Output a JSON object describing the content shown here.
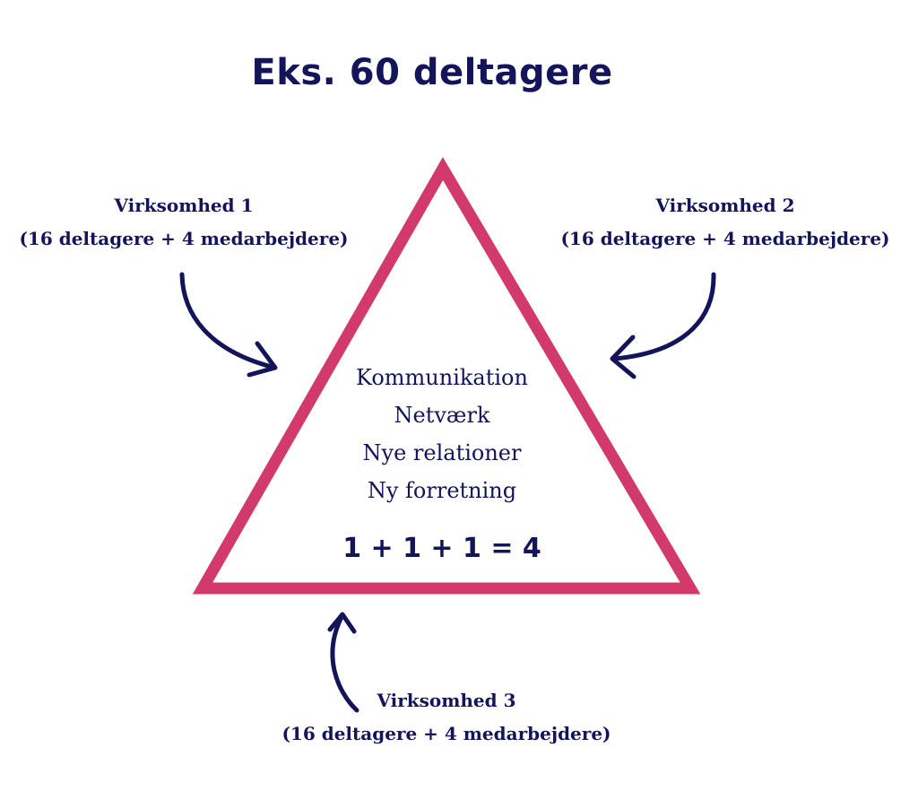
{
  "title": "Eks. 60 deltagere",
  "colors": {
    "triangle": "#d13a6a",
    "text": "#14145a",
    "arrow": "#14145a"
  },
  "companies": [
    {
      "name": "Virksomhed 1",
      "detail": "(16 deltagere + 4 medarbejdere)"
    },
    {
      "name": "Virksomhed 2",
      "detail": "(16 deltagere + 4 medarbejdere)"
    },
    {
      "name": "Virksomhed 3",
      "detail": "(16 deltagere + 4 medarbejdere)"
    }
  ],
  "center_items": [
    "Kommunikation",
    "Netværk",
    "Nye relationer",
    "Ny forretning"
  ],
  "equation": "1 + 1 + 1 = 4"
}
